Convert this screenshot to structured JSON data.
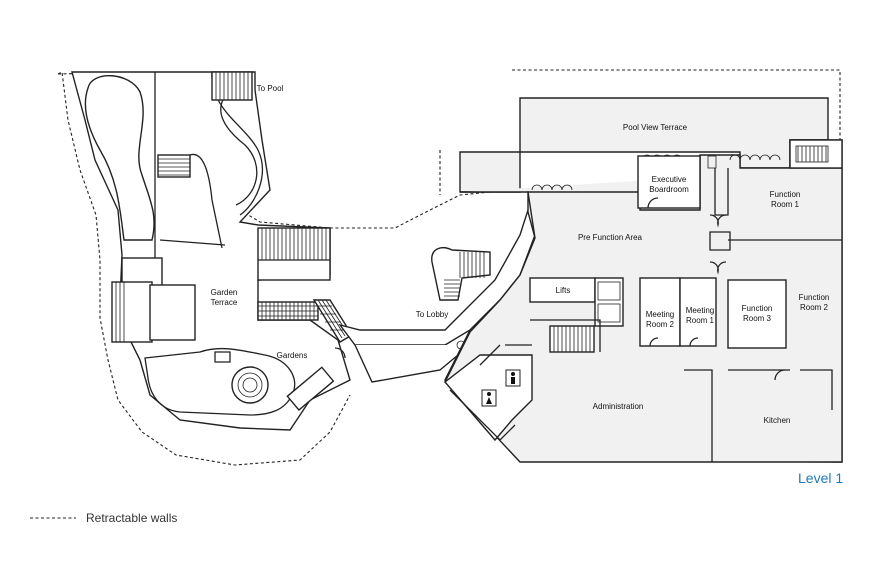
{
  "level_label": "Level 1",
  "legend": {
    "retractable_walls_label": "Retractable walls"
  },
  "rooms": {
    "to_pool": "To Pool",
    "pool_view_terrace": "Pool View Terrace",
    "executive_boardroom_line1": "Executive",
    "executive_boardroom_line2": "Boardroom",
    "function_room_1_line1": "Function",
    "function_room_1_line2": "Room 1",
    "pre_function_area": "Pre Function Area",
    "garden_terrace_line1": "Garden",
    "garden_terrace_line2": "Terrace",
    "gardens": "Gardens",
    "to_lobby": "To Lobby",
    "lifts": "Lifts",
    "meeting_room_2_line1": "Meeting",
    "meeting_room_2_line2": "Room 2",
    "meeting_room_1_line1": "Meeting",
    "meeting_room_1_line2": "Room 1",
    "function_room_3_line1": "Function",
    "function_room_3_line2": "Room 3",
    "function_room_2_line1": "Function",
    "function_room_2_line2": "Room 2",
    "administration": "Administration",
    "kitchen": "Kitchen"
  },
  "icons": [
    "restroom-male-icon",
    "restroom-female-icon",
    "stairs-icon",
    "door-icon"
  ]
}
